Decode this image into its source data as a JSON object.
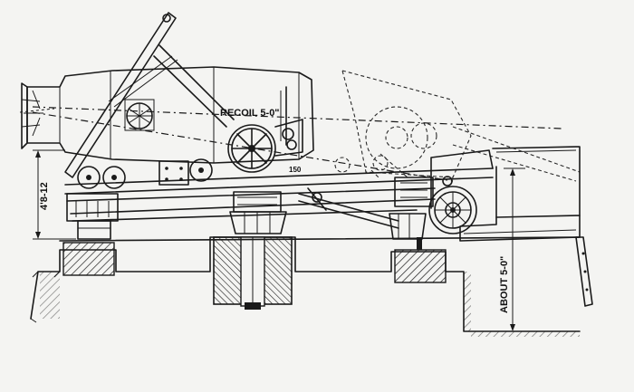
{
  "labels": {
    "recoil": "RECOIL 5-0\"",
    "height": "4'8-12",
    "clearance": "ABOUT 5-0\"",
    "angle": "150"
  },
  "colors": {
    "paper": "#f4f4f2",
    "ink": "#1a1a1a"
  }
}
